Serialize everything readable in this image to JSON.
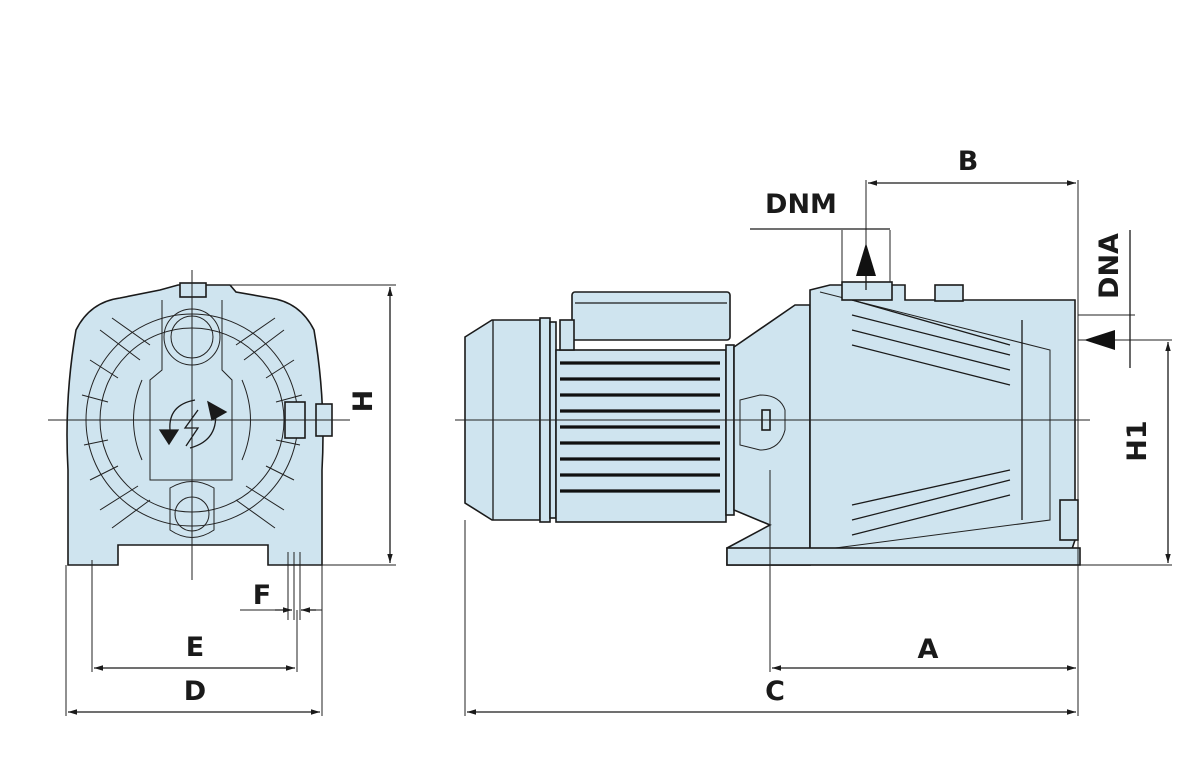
{
  "title": "Pump dimension drawing",
  "colors": {
    "body_fill": "#cfe4ef",
    "line": "#1a1a1a"
  },
  "front_view": {
    "labels": {
      "H": "H",
      "F": "F",
      "E": "E",
      "D": "D"
    },
    "icon": "rotation-direction-icon"
  },
  "side_view": {
    "labels": {
      "A": "A",
      "B": "B",
      "C": "C",
      "DNM": "DNM",
      "DNA": "DNA",
      "H1": "H1"
    }
  }
}
